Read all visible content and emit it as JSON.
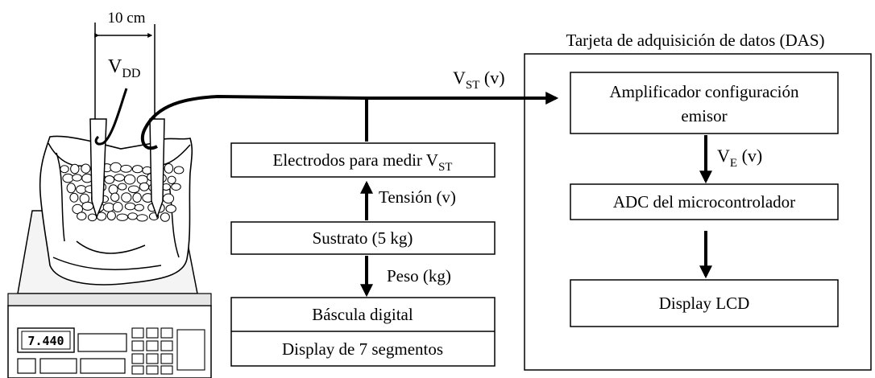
{
  "dimension": {
    "label": "10 cm"
  },
  "supply": {
    "main": "V",
    "sub": "DD"
  },
  "das": {
    "title": "Tarjeta de adquisición de datos (DAS)"
  },
  "signal_vst": {
    "main": "V",
    "sub": "ST",
    "unit": " (v)"
  },
  "boxes": {
    "electrodes": {
      "text": "Electrodos para medir V",
      "sub": "ST"
    },
    "substrate": "Sustrato (5 kg)",
    "scale": "Báscula digital",
    "display7": "Display de 7 segmentos",
    "amp_line1": "Amplificador configuración",
    "amp_line2": "emisor",
    "adc": "ADC del microcontrolador",
    "lcd": "Display LCD"
  },
  "arrows": {
    "tension": "Tensión (v)",
    "weight": "Peso (kg)",
    "ve": {
      "main": "V",
      "sub": "E",
      "unit": " (v)"
    }
  },
  "scale_readout": "7.440"
}
